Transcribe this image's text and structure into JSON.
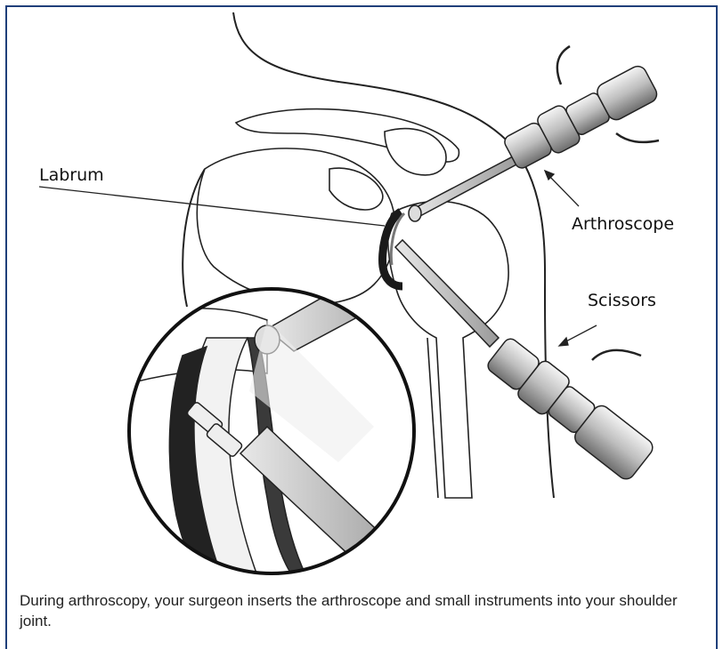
{
  "labels": {
    "labrum": "Labrum",
    "arthroscope": "Arthroscope",
    "scissors": "Scissors"
  },
  "caption": "During arthroscopy, your surgeon inserts the arthroscope and small instruments into your shoulder joint."
}
